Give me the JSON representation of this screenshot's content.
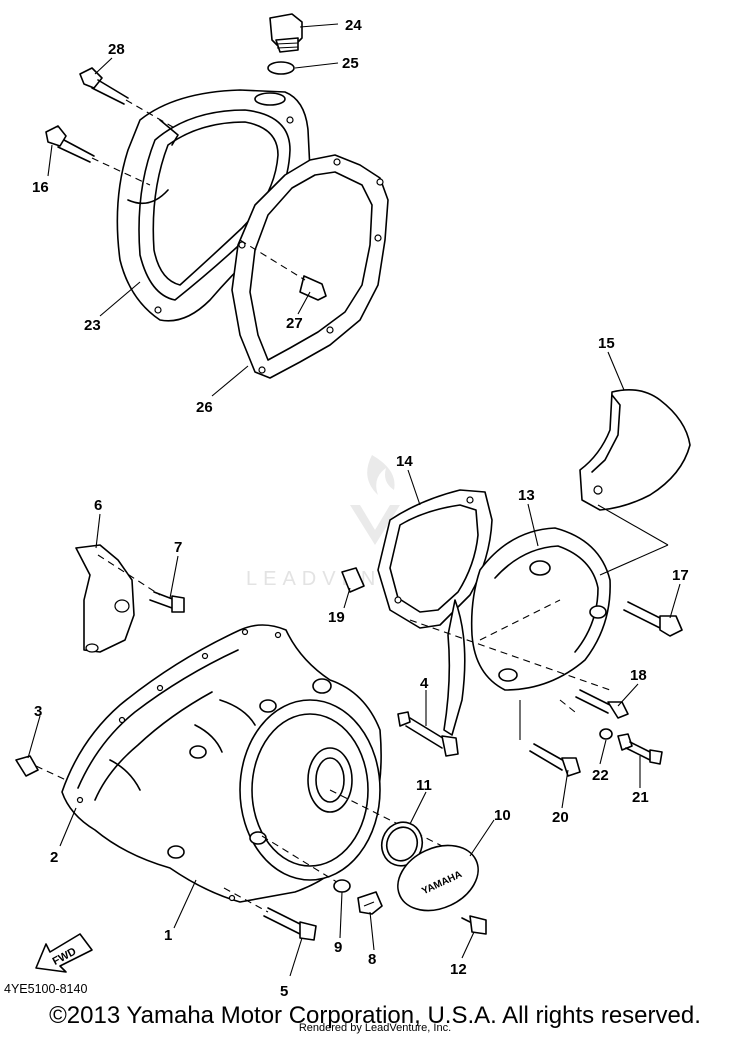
{
  "diagram_code": "4YE5100-8140",
  "copyright": "©2013 Yamaha Motor Corporation, U.S.A. All rights reserved.",
  "rendered_by": "Rendered by LeadVenture, Inc.",
  "watermark": "LEADVENTURE",
  "fwd_label": "FWD",
  "cover_logo": "YAMAHA",
  "callouts": [
    "1",
    "2",
    "3",
    "4",
    "5",
    "6",
    "7",
    "8",
    "9",
    "10",
    "11",
    "12",
    "13",
    "14",
    "15",
    "16",
    "17",
    "18",
    "19",
    "20",
    "21",
    "22",
    "23",
    "24",
    "25",
    "26",
    "27",
    "28"
  ]
}
